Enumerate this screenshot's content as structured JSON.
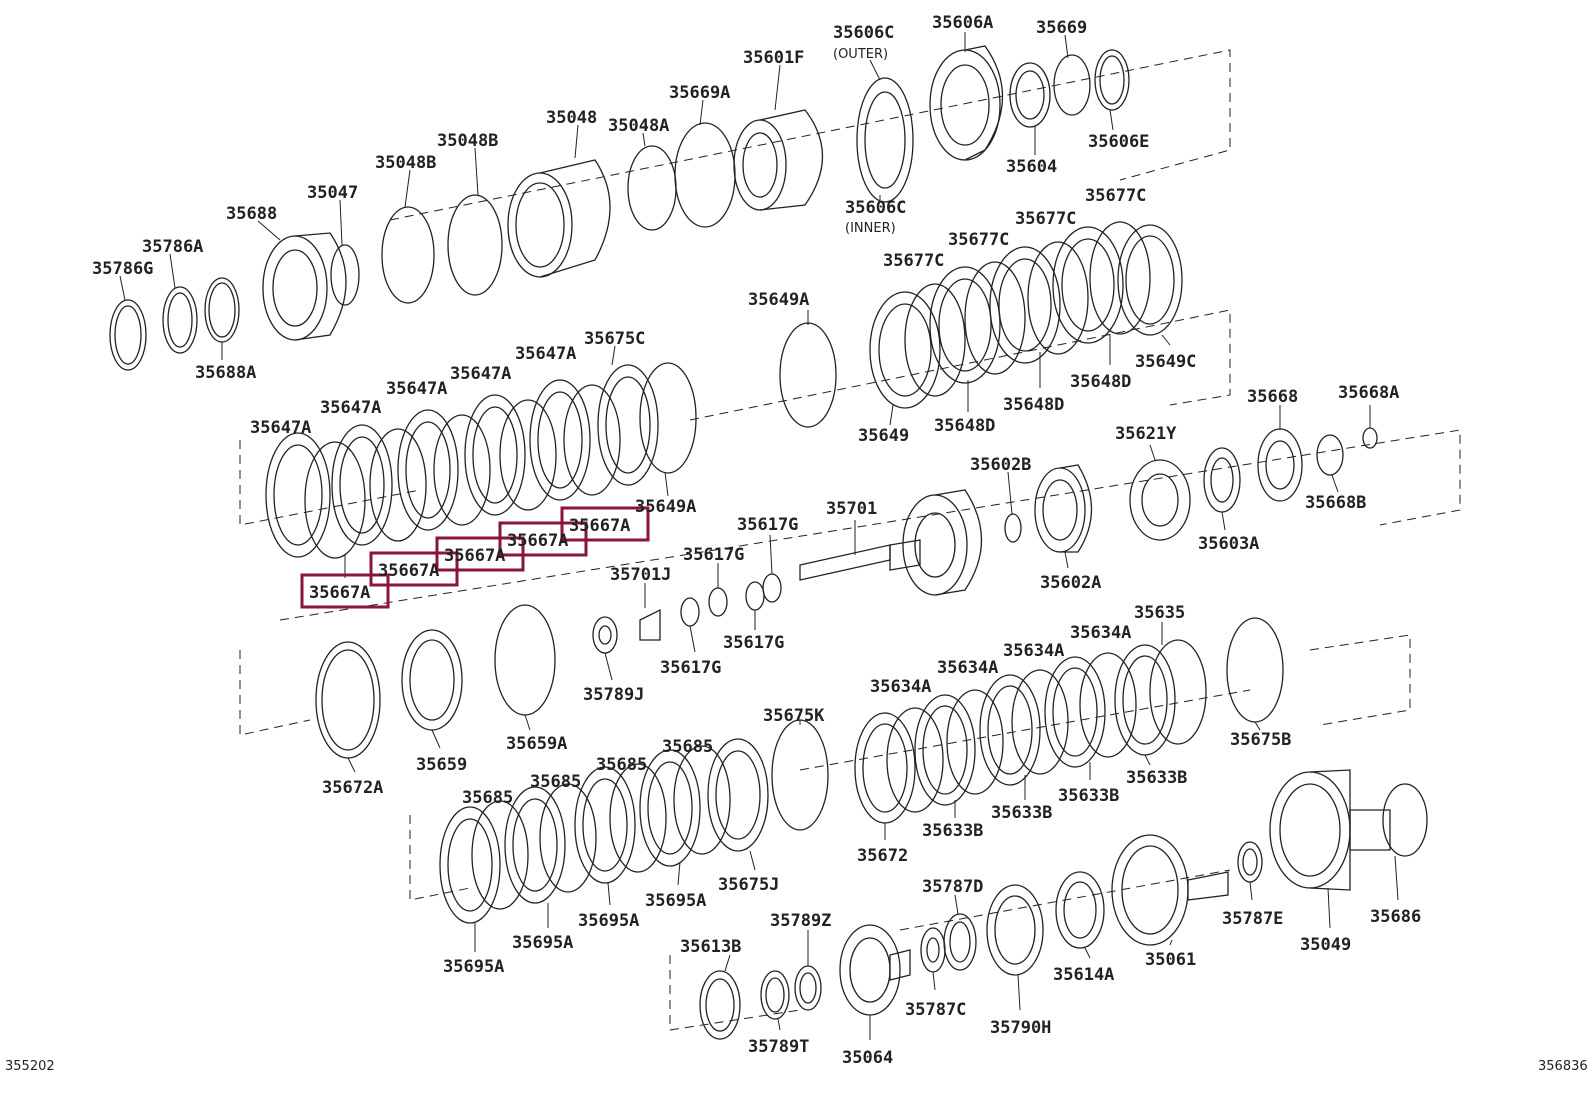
{
  "corner_left": "355202",
  "corner_right": "356836",
  "notes": {
    "outer": "(OUTER)",
    "inner": "(INNER)"
  },
  "highlight_color": "#8a1538",
  "highlighted_part": "35667A",
  "labels": [
    "35606C",
    "35606A",
    "35669",
    "35601F",
    "35669A",
    "35048",
    "35048A",
    "35048B",
    "35048B",
    "35047",
    "35688",
    "35786A",
    "35786G",
    "35688A",
    "35604",
    "35606E",
    "35606C",
    "35677C",
    "35677C",
    "35677C",
    "35677C",
    "35649A",
    "35675C",
    "35647A",
    "35647A",
    "35647A",
    "35647A",
    "35647A",
    "35649C",
    "35648D",
    "35648D",
    "35649",
    "35648D",
    "35649A",
    "35667A",
    "35667A",
    "35667A",
    "35667A",
    "35667A",
    "35668",
    "35668A",
    "35621Y",
    "35602B",
    "35668B",
    "35617G",
    "35701",
    "35617G",
    "35603A",
    "35602A",
    "35701J",
    "35617G",
    "35617G",
    "35789J",
    "35635",
    "35634A",
    "35634A",
    "35634A",
    "35634A",
    "35675B",
    "35675K",
    "35685",
    "35685",
    "35685",
    "35685",
    "35659A",
    "35659",
    "35672A",
    "35633B",
    "35633B",
    "35633B",
    "35633B",
    "35672",
    "35675J",
    "35695A",
    "35695A",
    "35695A",
    "35695A",
    "35787D",
    "35789Z",
    "35613B",
    "35787E",
    "35049",
    "35686",
    "35061",
    "35614A",
    "35787C",
    "35790H",
    "35789T",
    "35064"
  ]
}
